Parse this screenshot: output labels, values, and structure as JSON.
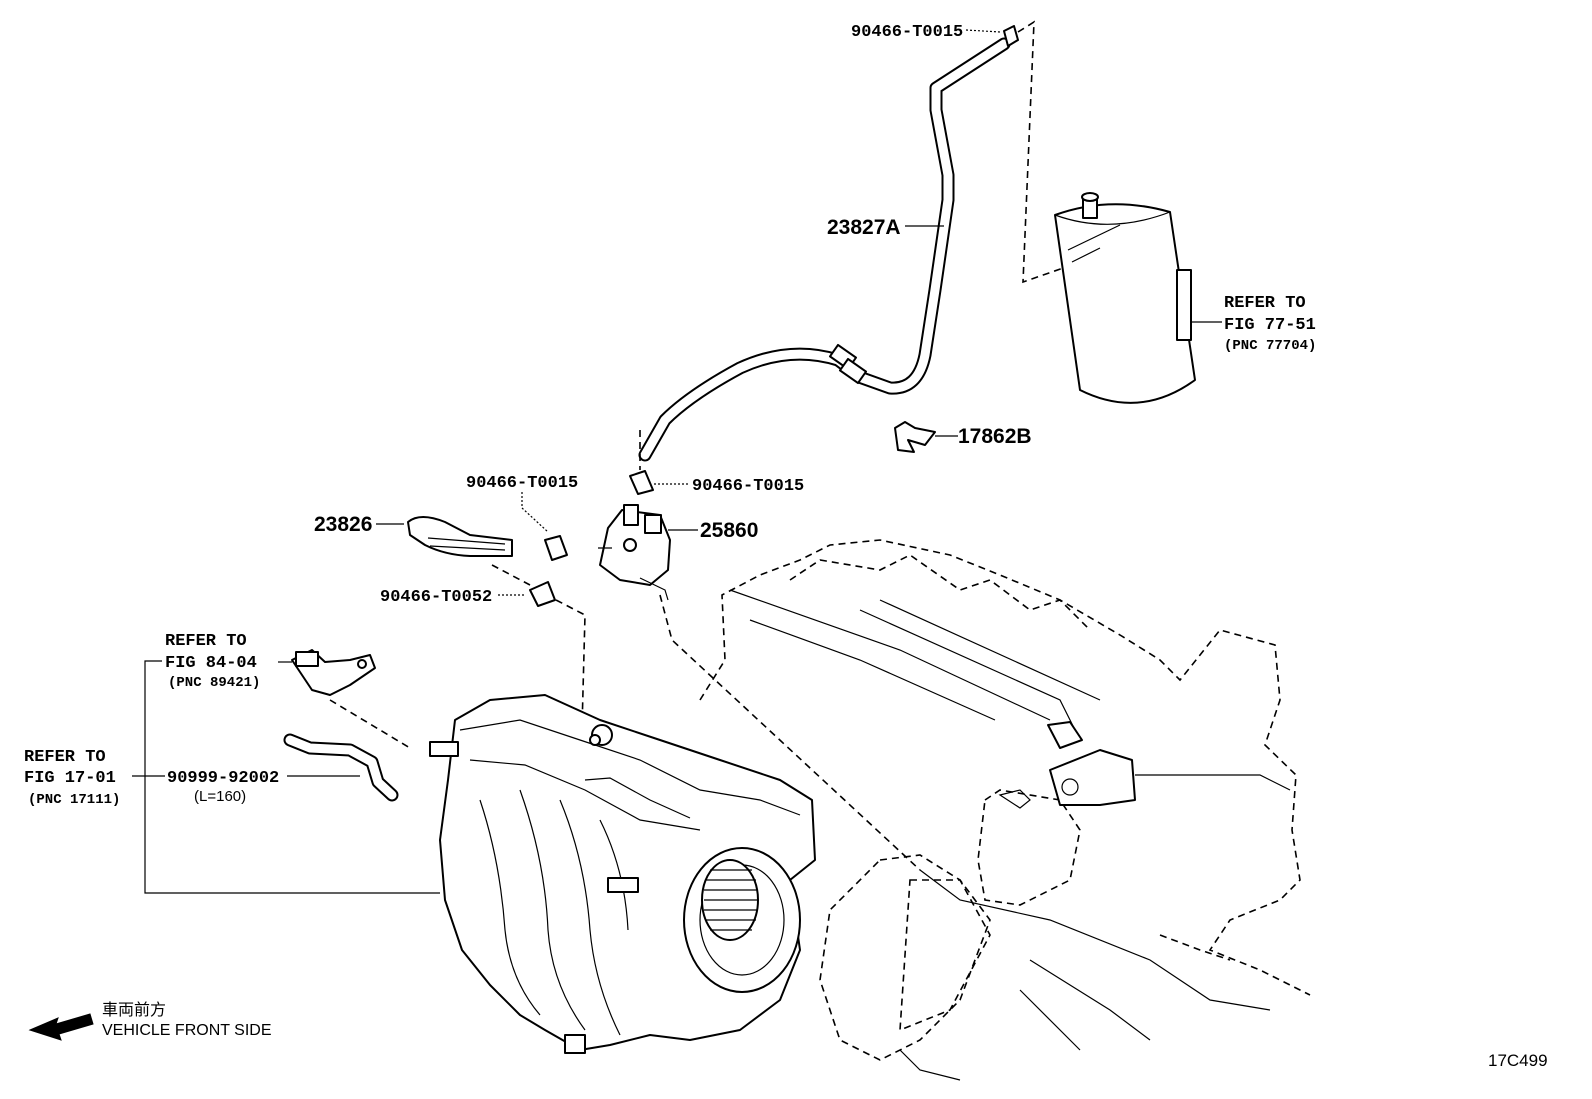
{
  "parts": {
    "clip_top": "90466-T0015",
    "hose_upper": "23827A",
    "refer_canister": {
      "line1": "REFER TO",
      "line2": "FIG 77-51",
      "line3": "(PNC 77704)"
    },
    "bracket": "17862B",
    "clip_mid_left": "90466-T0015",
    "clip_mid_right": "90466-T0015",
    "hose_lower": "23826",
    "vsv": "25860",
    "clip_lower": "90466-T0052",
    "refer_sensor": {
      "line1": "REFER TO",
      "line2": "FIG 84-04",
      "line3": "(PNC 89421)"
    },
    "refer_manifold": {
      "line1": "REFER TO",
      "line2": "FIG 17-01",
      "line3": "(PNC 17111)"
    },
    "hose_vacuum": {
      "number": "90999-92002",
      "length": "(L=160)"
    }
  },
  "legend": {
    "japanese": "車両前方",
    "english": "VEHICLE FRONT SIDE"
  },
  "figure_code": "17C499"
}
